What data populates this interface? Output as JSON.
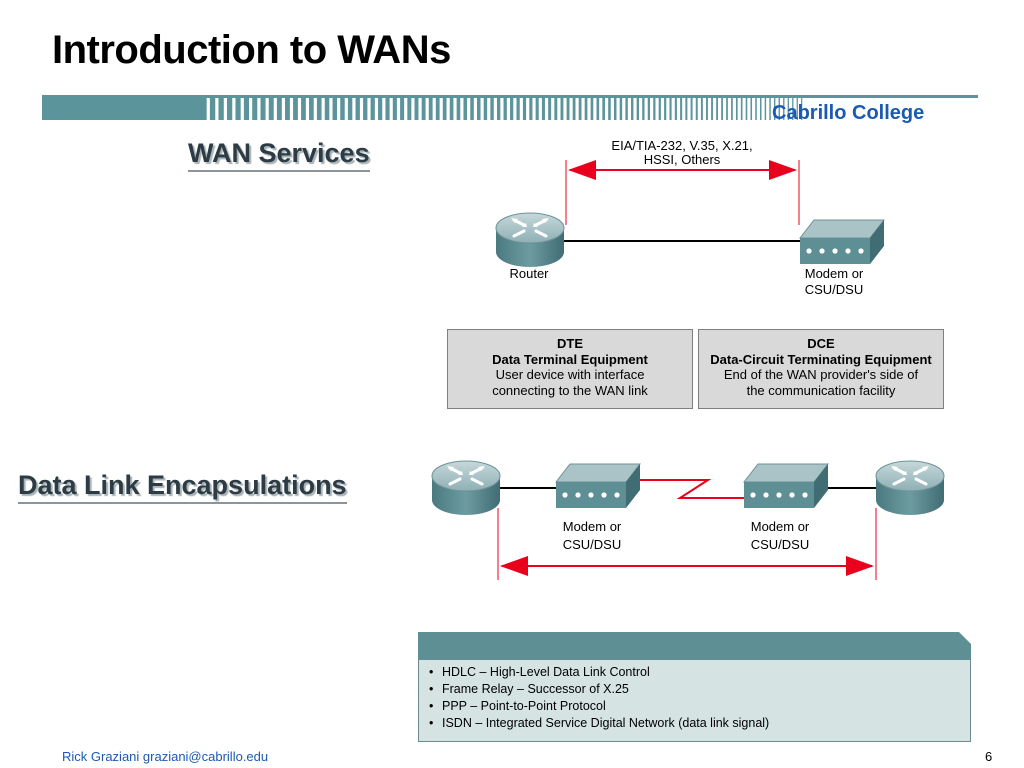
{
  "slide": {
    "title": "Introduction to WANs",
    "page_number": "6"
  },
  "brand": {
    "name": "Cabrillo College",
    "color": "#1a5ab4"
  },
  "footer": {
    "author": "Rick Graziani  graziani@cabrillo.edu"
  },
  "wan_services": {
    "heading": "WAN Services",
    "interface_label_line1": "EIA/TIA-232, V.35, X.21,",
    "interface_label_line2": "HSSI, Others",
    "router_label": "Router",
    "modem_label_line1": "Modem or",
    "modem_label_line2": "CSU/DSU",
    "dte": {
      "title": "DTE",
      "full_name": "Data Terminal Equipment",
      "desc_line1": "User device with interface",
      "desc_line2": "connecting to the WAN link"
    },
    "dce": {
      "title": "DCE",
      "full_name": "Data-Circuit Terminating Equipment",
      "desc_line1": "End of the WAN provider's side of",
      "desc_line2": "the communication facility"
    }
  },
  "data_link": {
    "heading": "Data Link Encapsulations",
    "left_modem_line1": "Modem or",
    "left_modem_line2": "CSU/DSU",
    "right_modem_line1": "Modem or",
    "right_modem_line2": "CSU/DSU",
    "encapsulations": [
      "HDLC – High-Level Data Link Control",
      "Frame Relay – Successor of X.25",
      "PPP – Point-to-Point Protocol",
      "ISDN – Integrated Service Digital Network (data link signal)"
    ]
  },
  "colors": {
    "arrow_red": "#e8001c",
    "router_teal": "#5d8d92",
    "panel_header_teal": "#5e8f94",
    "panel_body": "#d6e3e3",
    "box_gray": "#d9d9d9"
  },
  "icons": [
    "router-icon",
    "modem-icon"
  ]
}
